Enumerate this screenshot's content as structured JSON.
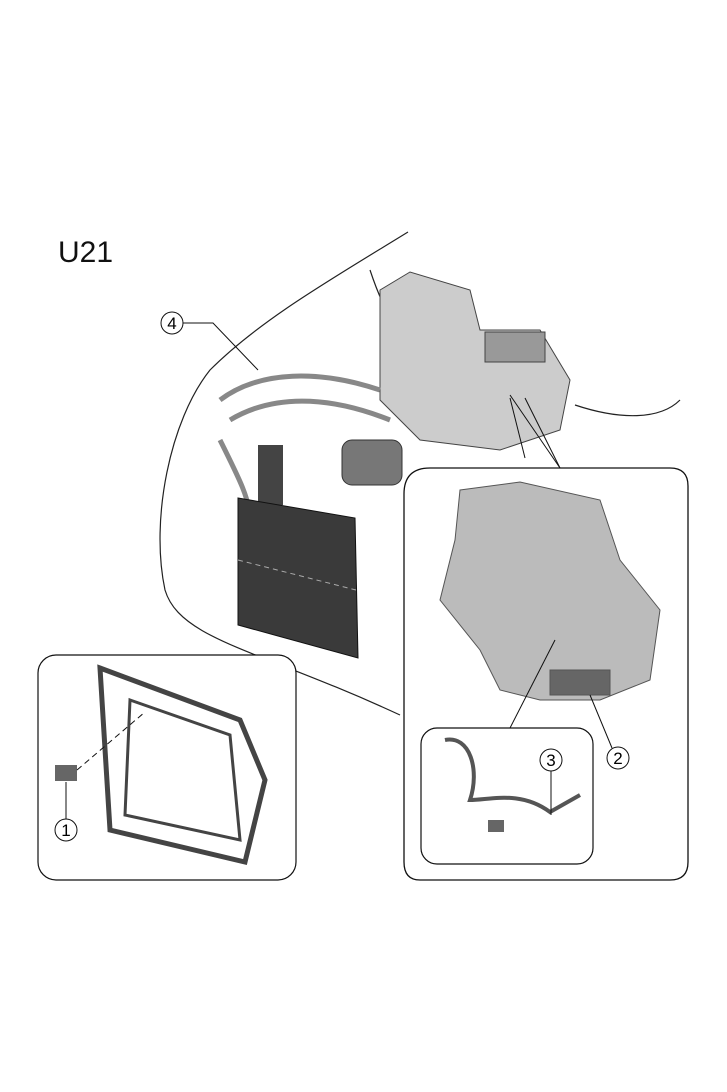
{
  "diagram": {
    "code": "U21",
    "callouts": [
      "1",
      "2",
      "3",
      "4"
    ]
  }
}
